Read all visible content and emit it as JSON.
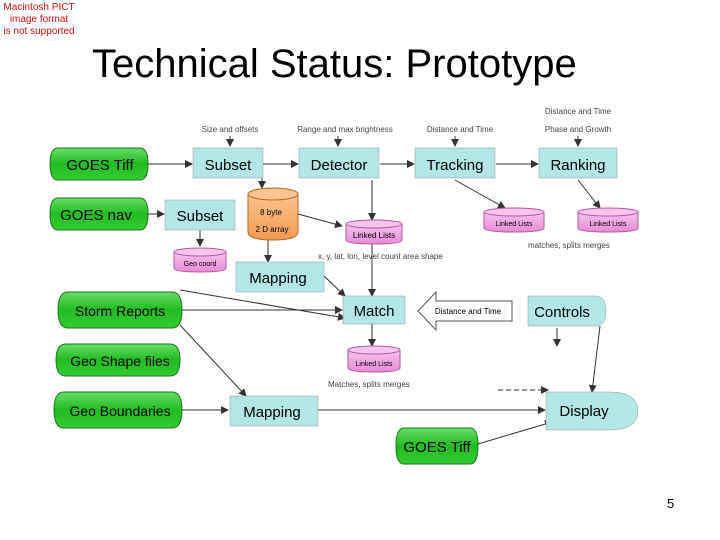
{
  "pict_warning": [
    "Macintosh PICT",
    "image format",
    "is not supported"
  ],
  "slide": {
    "title": "Technical Status: Prototype",
    "number": "5"
  },
  "colors": {
    "datastore_green": "#33cc33",
    "process_cyan": "#b3e6e6",
    "list_pink": "#f2a6e6",
    "storage_orange": "#f7ad6b",
    "arrow": "#333333"
  },
  "diagram": {
    "data_sources": {
      "goes_tiff_in": "GOES Tiff",
      "goes_nav": "GOES nav",
      "storm_reports": "Storm Reports",
      "geo_shape": "Geo Shape files",
      "geo_boundaries": "Geo Boundaries",
      "goes_tiff_out": "GOES Tiff"
    },
    "processes": {
      "subset_top": "Subset",
      "detector": "Detector",
      "tracking": "Tracking",
      "ranking": "Ranking",
      "subset_nav": "Subset",
      "mapping_top": "Mapping",
      "match": "Match",
      "controls": "Controls",
      "mapping_bottom": "Mapping",
      "display": "Display",
      "distance_time_arrow": "Distance and Time"
    },
    "storage": {
      "line1": "8 byte",
      "line2": "2 D array"
    },
    "lists": {
      "geo_coord": "Geo coord",
      "linked_lists_1": "Linked Lists",
      "linked_lists_2a": "Linked Lists",
      "linked_lists_2b": "Linked Lists",
      "linked_lists_3": "Linked Lists"
    },
    "annotations": {
      "size_offsets": "Size and offsets",
      "range_brightness": "Range and max brightness",
      "distance_time": "Distance and Time",
      "distance_time_top": "Distance and Time",
      "phase_growth": "Phase and Growth",
      "xy_attributes": "x, y, lat, lon, level count area shape",
      "matches_splits_right": "matches, splits merges",
      "matches_splits_bottom": "Matches, splits merges"
    }
  }
}
